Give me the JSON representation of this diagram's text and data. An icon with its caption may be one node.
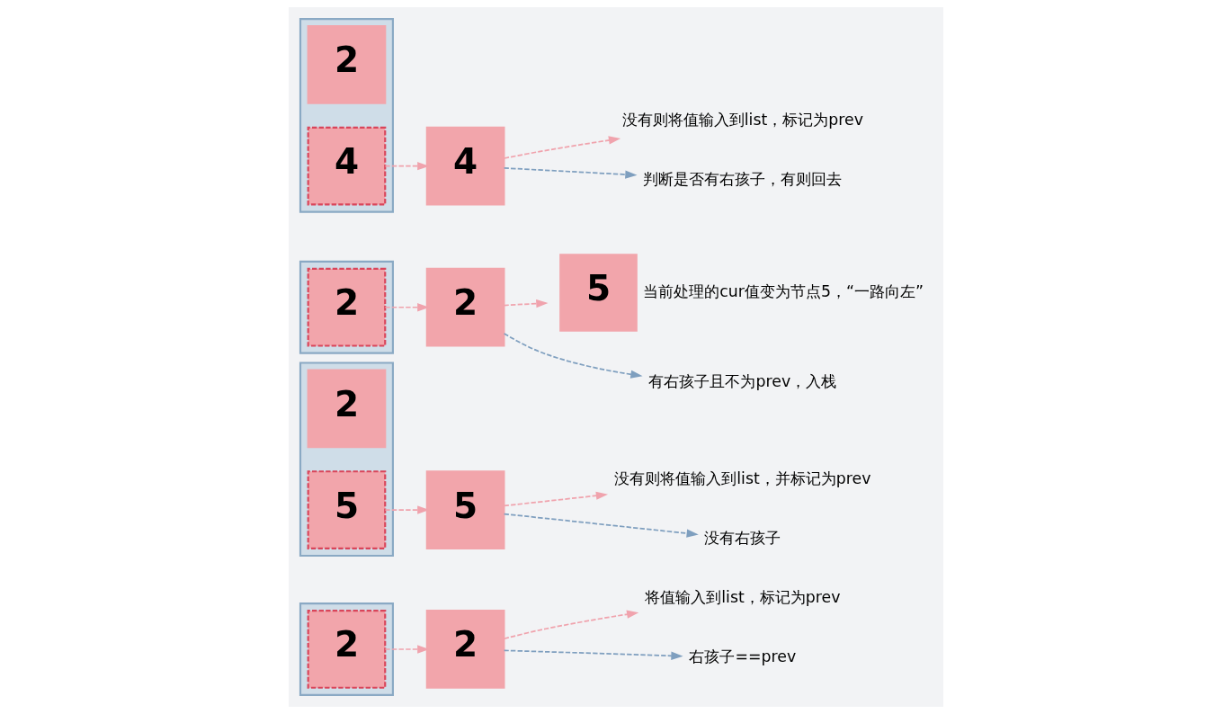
{
  "diagram": {
    "nodes": [
      {
        "text": [],
        "shape": "box"
      },
      {
        "text": [
          "2"
        ],
        "in": 0
      },
      {
        "text": [
          "4"
        ],
        "in": 0
      },
      {
        "text": [
          "4"
        ]
      },
      {
        "text": [
          "判断是否有右孩子，有则回去"
        ]
      },
      {
        "text": [
          "没有则将值输入到list，标记为prev"
        ]
      },
      {
        "text": [],
        "shape": "box"
      },
      {
        "text": [
          "2"
        ],
        "in": 6
      },
      {
        "text": [
          "2"
        ]
      },
      {
        "text": [
          "有右孩子且不为prev，入栈"
        ]
      },
      {
        "text": [
          "5"
        ],
        "beside": [
          "当前处理的cur值变为节点5，“一路向左”"
        ]
      },
      {
        "text": [],
        "shape": "box"
      },
      {
        "text": [
          "2"
        ],
        "in": 11
      },
      {
        "text": [
          "5"
        ],
        "in": 11
      },
      {
        "text": [
          "5"
        ]
      },
      {
        "text": [
          "没有右孩子"
        ]
      },
      {
        "text": [
          "没有则将值输入到list，并标记为prev"
        ]
      },
      {
        "text": [],
        "shape": "box"
      },
      {
        "text": [
          "2"
        ],
        "in": 17
      },
      {
        "text": [
          "2"
        ]
      },
      {
        "text": [
          "右孩子==prev"
        ]
      },
      {
        "text": [
          "将值输入到list，标记为prev"
        ]
      }
    ],
    "edges": [
      {
        "from": 2,
        "to": 3,
        "arrow": "to",
        "style": "dashed"
      },
      {
        "from": 3,
        "to": 4,
        "arrow": "to",
        "style": "dashed",
        "color": "#7f9fbf"
      },
      {
        "from": 3,
        "to": 5,
        "arrow": "to",
        "style": "dashed"
      },
      {
        "from": 7,
        "to": 8,
        "arrow": "to",
        "style": "dashed"
      },
      {
        "from": 8,
        "to": 9,
        "arrow": "to",
        "style": "dashed",
        "color": "#7f9fbf"
      },
      {
        "from": 8,
        "to": 10,
        "arrow": "to",
        "style": "dashed"
      },
      {
        "from": 13,
        "to": 14,
        "arrow": "to",
        "style": "dashed"
      },
      {
        "from": 14,
        "to": 15,
        "arrow": "to",
        "style": "dashed",
        "color": "#7f9fbf"
      },
      {
        "from": 14,
        "to": 16,
        "arrow": "to",
        "style": "dashed"
      },
      {
        "from": 18,
        "to": 19,
        "arrow": "to",
        "style": "dashed"
      },
      {
        "from": 19,
        "to": 20,
        "arrow": "to",
        "style": "dashed",
        "color": "#7f9fbf"
      },
      {
        "from": 19,
        "to": 21,
        "arrow": "to",
        "style": "dashed"
      }
    ]
  }
}
